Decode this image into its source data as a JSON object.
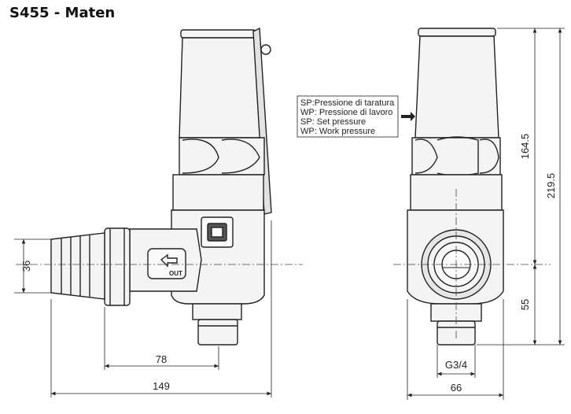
{
  "title": "S455 - Maten",
  "legend": {
    "lines": [
      "SP:Pressione di taratura",
      "WP: Pressione di lavoro",
      "SP: Set pressure",
      "WP: Work pressure"
    ]
  },
  "labels": {
    "out": "OUT"
  },
  "dimensions": {
    "hose_diameter": "36",
    "outlet_offset": "78",
    "total_length": "149",
    "top_height": "164.5",
    "total_height": "219.5",
    "bottom_height": "55",
    "thread": "G3/4",
    "body_width": "66"
  },
  "colors": {
    "line": "#222222",
    "fill_light": "#f4f4f4",
    "fill_mid": "#e2e2e2"
  }
}
